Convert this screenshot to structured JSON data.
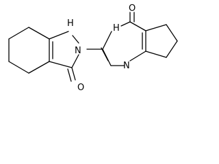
{
  "molecule": {
    "atoms": {
      "nh_pyrazole": "H",
      "n_pyrazole": "N",
      "o_pyrazolone": "O",
      "nh_pyrimidine": "H",
      "o_pyrimidinone": "O",
      "n_pyrimidine": "N"
    },
    "colors": {
      "bond": "#000000",
      "label": "#000000",
      "background": "#ffffff"
    }
  }
}
